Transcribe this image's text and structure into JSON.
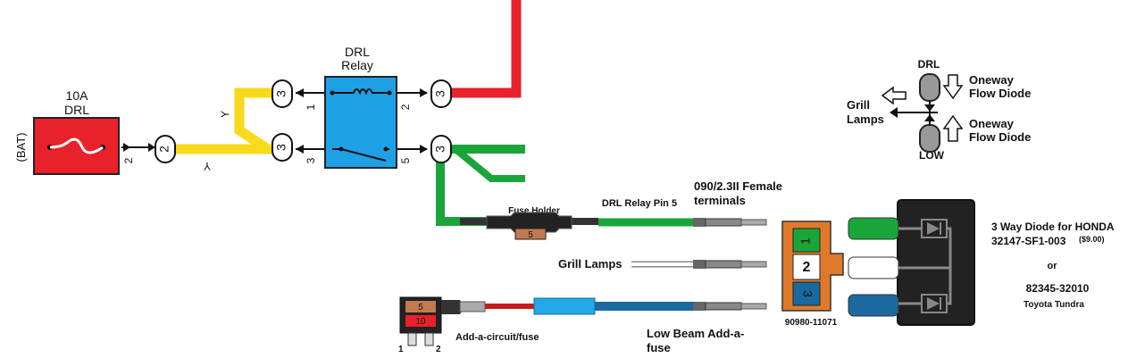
{
  "fuse": {
    "rating": "10A",
    "name": "DRL",
    "bat": "(BAT)",
    "pin": "2"
  },
  "relay": {
    "title_line1": "DRL",
    "title_line2": "Relay",
    "pin_top_left": "1",
    "pin_bottom_left": "3",
    "pin_top_right": "2",
    "pin_bottom_right": "5"
  },
  "connectors": {
    "c2": "2",
    "c3a": "3",
    "c3b": "3",
    "c3c": "3",
    "c3d": "3"
  },
  "wires": {
    "y_top": "Y",
    "y_bottom": "Y"
  },
  "fuse_holder": {
    "label": "Fuse Holder",
    "value": "5"
  },
  "labels": {
    "drl_pin5": "DRL Relay Pin 5",
    "terminals_line1": "090/2.3II Female",
    "terminals_line2": "terminals",
    "grill_lamps": "Grill Lamps",
    "add_circuit": "Add-a-circuit/fuse",
    "low_beam_line1": "Low Beam Add-a-",
    "low_beam_line2": "fuse",
    "connector_part": "90980-11071"
  },
  "add_a_circuit": {
    "fuse_top": "5",
    "fuse_bottom": "10",
    "pin1": "1",
    "pin2": "2"
  },
  "plug": {
    "pins": [
      "1",
      "2",
      "3"
    ]
  },
  "diode_legend": {
    "drl": "DRL",
    "low": "LOW",
    "grill_line1": "Grill",
    "grill_line2": "Lamps",
    "oneway_top_1": "Oneway",
    "oneway_top_2": "Flow Diode",
    "oneway_bottom_1": "Oneway",
    "oneway_bottom_2": "Flow Diode"
  },
  "diode_info": {
    "line1": "3 Way Diode for HONDA",
    "line2": "32147-SF1-003",
    "price": "($9.00)",
    "or": "or",
    "line3": "82345-32010",
    "line4": "Toyota Tundra"
  },
  "colors": {
    "red": "#e8212a",
    "yellow": "#f7da1a",
    "green": "#1aa53a",
    "blue_relay": "#1ea0e6",
    "dark_blue": "#1a6aa0",
    "light_blue": "#21a8e8",
    "orange": "#e07a2a",
    "brown": "#c07a50"
  }
}
